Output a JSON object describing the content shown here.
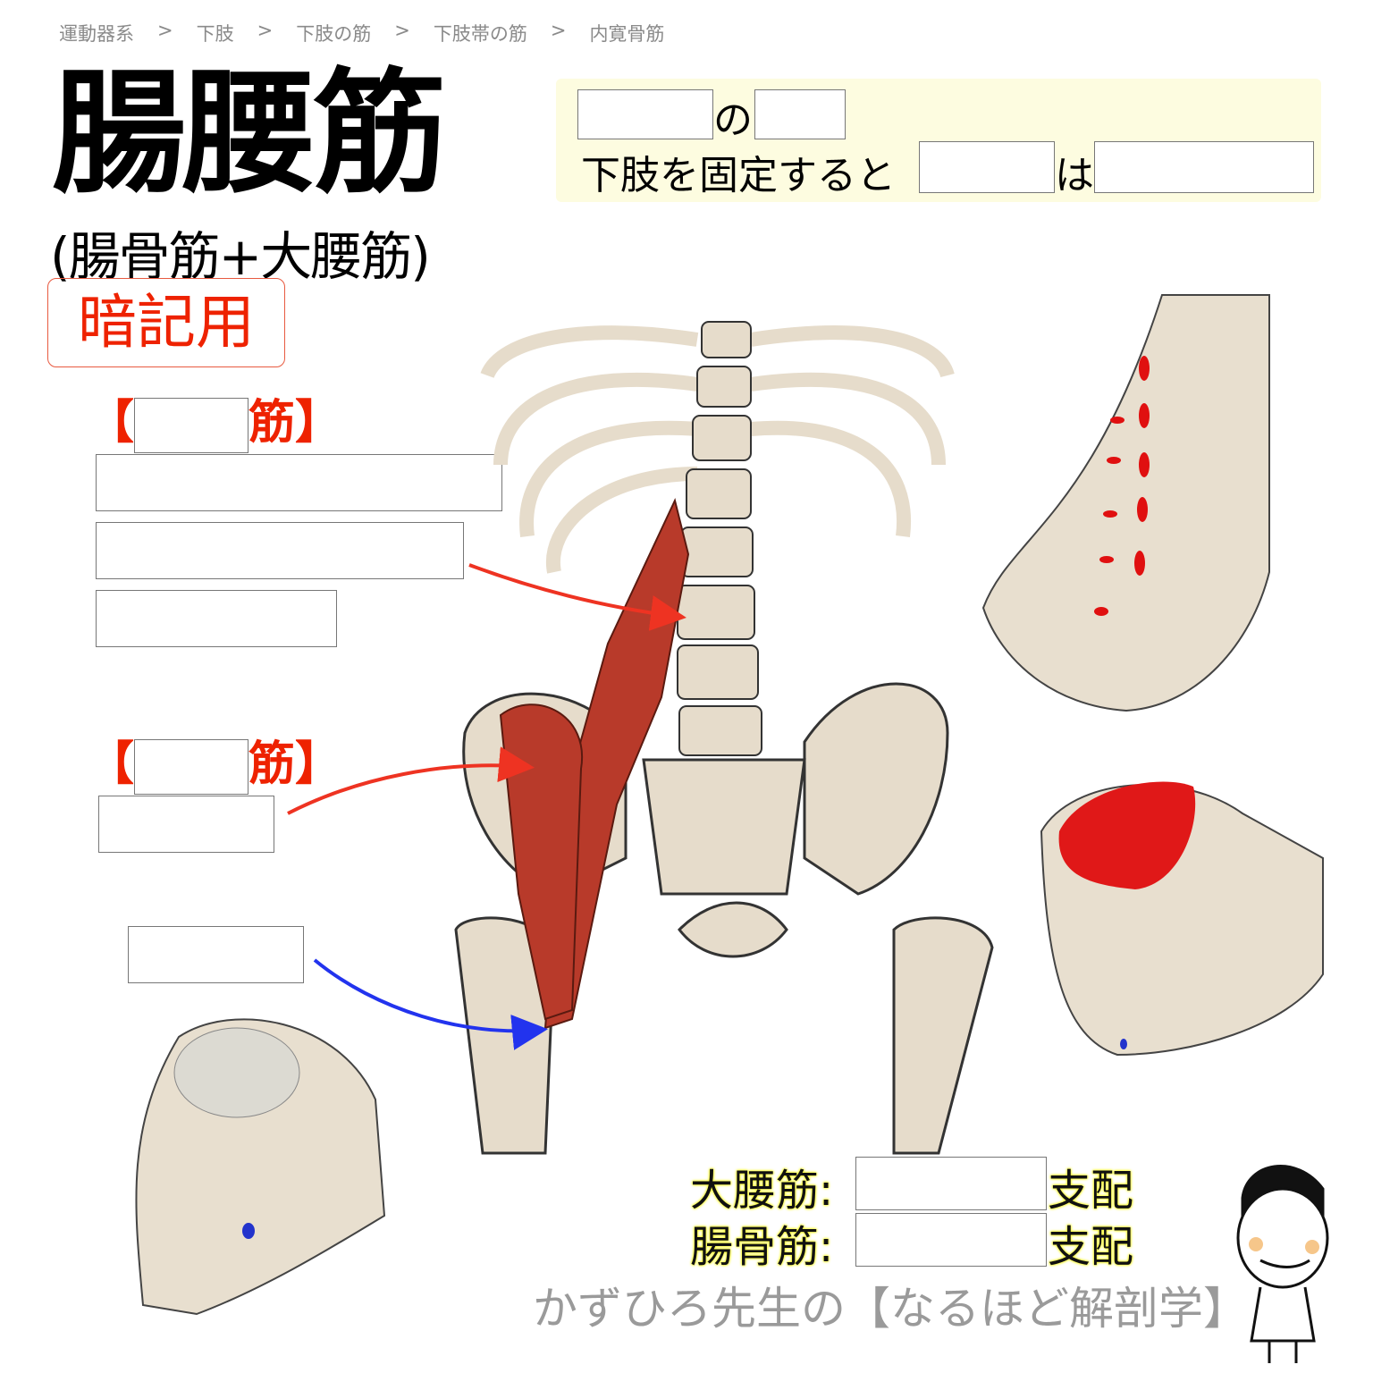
{
  "breadcrumb": [
    "運動器系",
    ">",
    "下肢",
    ">",
    "下肢の筋",
    ">",
    "下肢帯の筋",
    ">",
    "内寛骨筋"
  ],
  "title": "腸腰筋",
  "subtitle": "(腸骨筋+大腰筋)",
  "memo_badge": "暗記用",
  "quiz": {
    "line1_mid": "の",
    "line2_start": "下肢を固定すると",
    "line2_mid": "は"
  },
  "muscles": [
    {
      "open": "【",
      "suffix": "筋】"
    },
    {
      "open": "【",
      "suffix": "筋】"
    }
  ],
  "innervation": [
    {
      "label": "大腰筋:",
      "suffix": "支配"
    },
    {
      "label": "腸骨筋:",
      "suffix": "支配"
    }
  ],
  "footer": "かずひろ先生の【なるほど解剖学】",
  "colors": {
    "accent_red": "#ee2200",
    "arrow_red": "#ee3322",
    "arrow_blue": "#2233ee",
    "quiz_bg": "#fdfce0",
    "muscle": "#b83a2a",
    "bone": "#e6dccb"
  }
}
